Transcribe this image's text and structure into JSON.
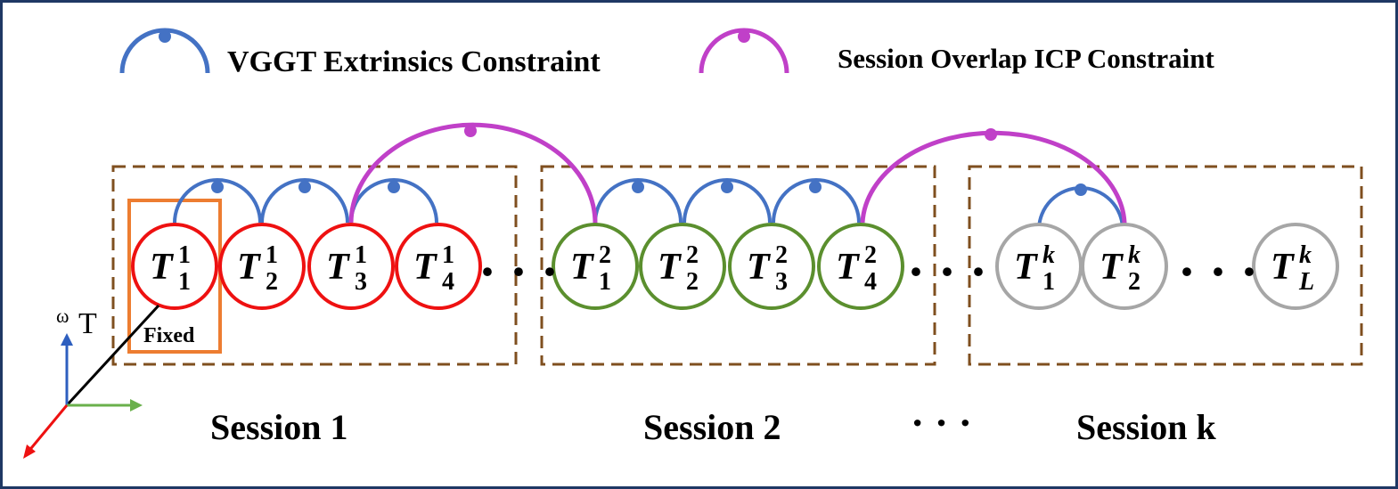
{
  "legend": {
    "vggt_label": "VGGT  Extrinsics Constraint",
    "icp_label": "Session Overlap ICP Constraint"
  },
  "colors": {
    "vggt": "#4472c4",
    "icp": "#c040c8",
    "session1": "#ee1111",
    "session2": "#5b8f2e",
    "sessionk": "#a6a6a6",
    "box": "#7f4f1f",
    "fixed": "#ed7d31",
    "frame_border": "#1f3864"
  },
  "nodes": [
    {
      "main": "T",
      "sub": "1",
      "sup": "1",
      "session": 1
    },
    {
      "main": "T",
      "sub": "2",
      "sup": "1",
      "session": 1
    },
    {
      "main": "T",
      "sub": "3",
      "sup": "1",
      "session": 1
    },
    {
      "main": "T",
      "sub": "4",
      "sup": "1",
      "session": 1
    },
    {
      "main": "T",
      "sub": "1",
      "sup": "2",
      "session": 2
    },
    {
      "main": "T",
      "sub": "2",
      "sup": "2",
      "session": 2
    },
    {
      "main": "T",
      "sub": "3",
      "sup": "2",
      "session": 2
    },
    {
      "main": "T",
      "sub": "4",
      "sup": "2",
      "session": 2
    },
    {
      "main": "T",
      "sub": "1",
      "sup": "k",
      "session": "k"
    },
    {
      "main": "T",
      "sub": "2",
      "sup": "k",
      "session": "k"
    },
    {
      "main": "T",
      "sub": "L",
      "sup": "k",
      "session": "k"
    }
  ],
  "sessions": [
    {
      "label": "Session 1"
    },
    {
      "label": "Session 2"
    },
    {
      "label": "Session k"
    }
  ],
  "ellipsis": "· · ·",
  "fixed_label": "Fixed",
  "world_frame": {
    "main": "T",
    "sup": "ω"
  }
}
